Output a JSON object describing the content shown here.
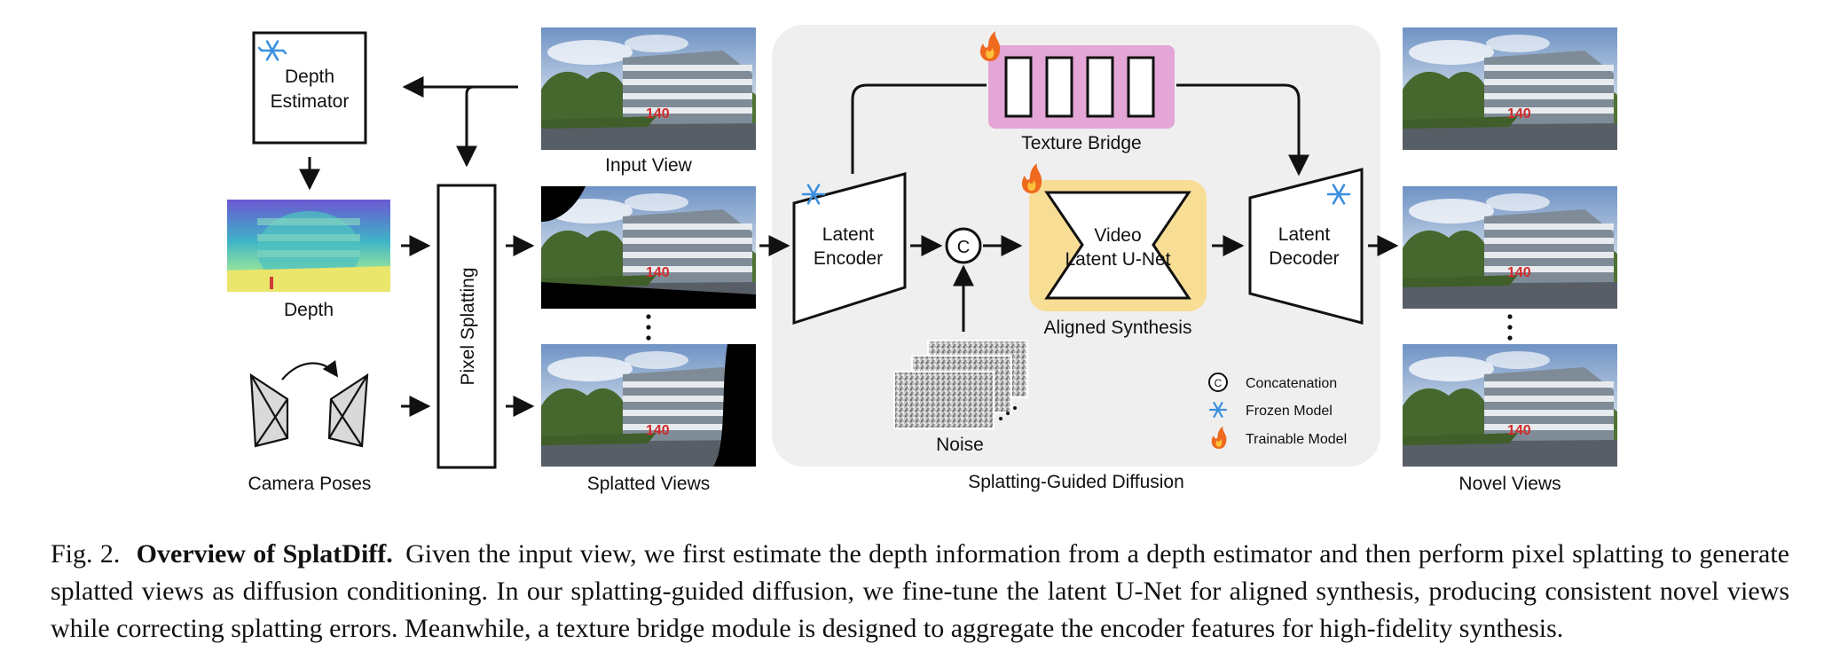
{
  "labels": {
    "depth_estimator_line1": "Depth",
    "depth_estimator_line2": "Estimator",
    "depth": "Depth",
    "camera_poses": "Camera Poses",
    "pixel_splatting": "Pixel Splatting",
    "input_view": "Input View",
    "splatted_views": "Splatted Views",
    "latent_encoder_line1": "Latent",
    "latent_encoder_line2": "Encoder",
    "concat_symbol": "C",
    "video_unet_line1": "Video",
    "video_unet_line2": "Latent U-Net",
    "aligned_synthesis": "Aligned Synthesis",
    "texture_bridge": "Texture Bridge",
    "noise": "Noise",
    "latent_decoder_line1": "Latent",
    "latent_decoder_line2": "Decoder",
    "splatting_guided_diffusion": "Splatting-Guided Diffusion",
    "novel_views": "Novel Views",
    "building_sign": "140"
  },
  "legend": {
    "concatenation": "Concatenation",
    "frozen_model": "Frozen Model",
    "trainable_model": "Trainable Model"
  },
  "colors": {
    "diffusion_panel": "#efefef",
    "texture_bridge": "#e3a6d6",
    "unet_highlight": "#f8dd95",
    "frozen_icon": "#3b8fe0",
    "trainable_icon": "#ef6a1f"
  },
  "icons": {
    "frozen": "snowflake-icon",
    "trainable": "flame-icon"
  },
  "caption": {
    "fig_number": "Fig. 2.",
    "title": "Overview of SplatDiff.",
    "body": "Given the input view, we first estimate the depth information from a depth estimator and then perform pixel splatting to generate splatted views as diffusion conditioning. In our splatting-guided diffusion, we fine-tune the latent U-Net for aligned synthesis, producing consistent novel views while correcting splatting errors. Meanwhile, a texture bridge module is designed to aggregate the encoder features for high-fidelity synthesis."
  }
}
